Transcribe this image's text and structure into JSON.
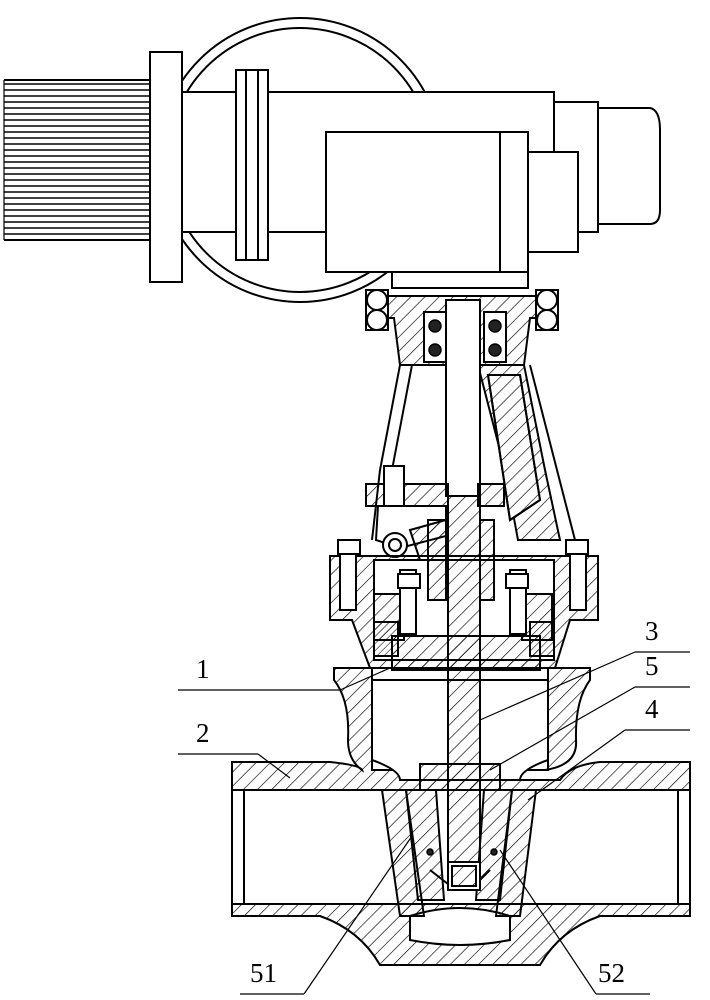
{
  "labels": {
    "part1": "1",
    "part2": "2",
    "part3": "3",
    "part4": "4",
    "part5": "5",
    "part51": "51",
    "part52": "52"
  }
}
